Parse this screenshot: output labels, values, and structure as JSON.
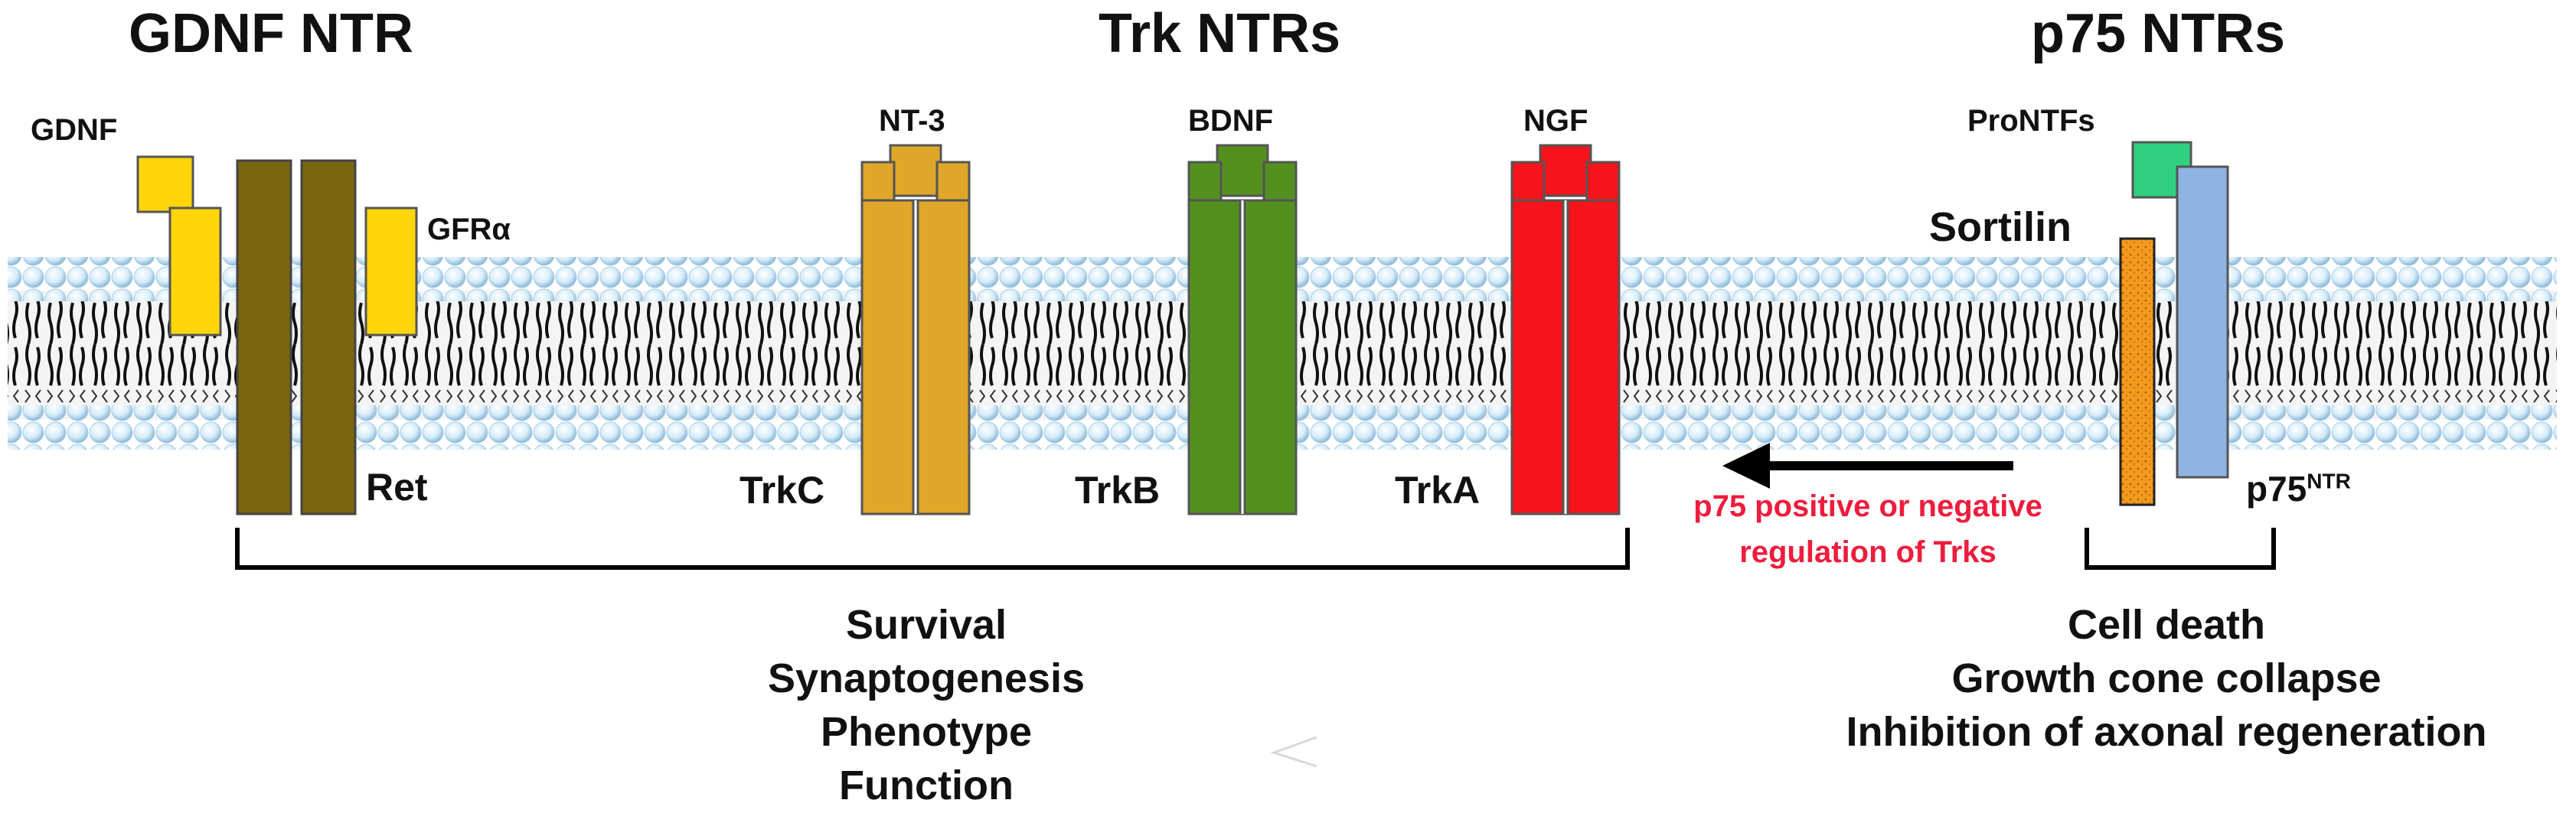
{
  "headers": {
    "gdnf": "GDNF NTR",
    "trk": "Trk NTRs",
    "p75": "p75 NTRs"
  },
  "ligands": {
    "gdnf": "GDNF",
    "nt3": "NT-3",
    "bdnf": "BDNF",
    "ngf": "NGF",
    "proNTFs": "ProNTFs"
  },
  "receptors": {
    "gfra": "GFRα",
    "ret": "Ret",
    "trkc": "TrkC",
    "trkb": "TrkB",
    "trka": "TrkA",
    "sortilin": "Sortilin",
    "p75_main": "p75",
    "p75_sup": "NTR"
  },
  "regulation": {
    "line1": "p75 positive or negative",
    "line2": "regulation of Trks"
  },
  "outcomes_left": [
    "Survival",
    "Synaptogenesis",
    "Phenotype",
    "Function"
  ],
  "outcomes_right": [
    "Cell death",
    "Growth cone collapse",
    "Inhibition of axonal regeneration"
  ],
  "colors": {
    "membrane_head": "#cde8f7",
    "membrane_tail": "#1a1a1a",
    "gdnf": "#ffd60a",
    "ret": "#7a6510",
    "trkc": "#e0a62a",
    "trkb": "#54901f",
    "trka": "#f5141b",
    "pronTFs": "#2fd07e",
    "sortilin": "#f29a1d",
    "p75": "#8fb4e3",
    "regulation_text": "#ee1c3d"
  }
}
